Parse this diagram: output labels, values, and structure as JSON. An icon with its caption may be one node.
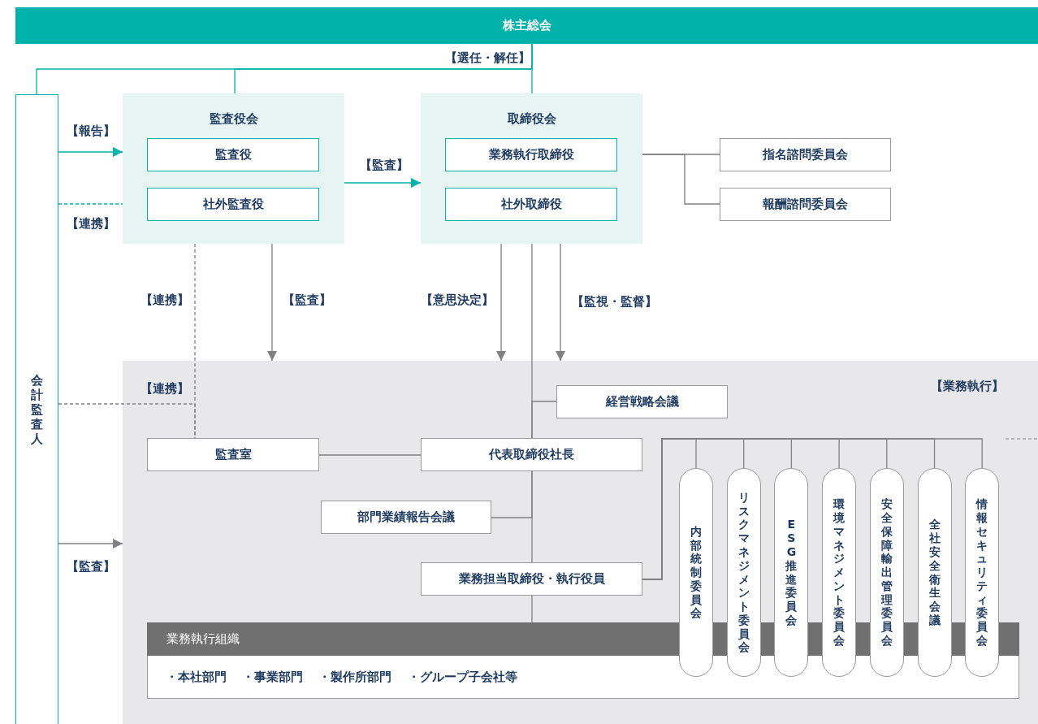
{
  "diagram": {
    "nodes": [
      {
        "text": [
          "株主総会"
        ]
      },
      {
        "text": [
          "会計監査人"
        ]
      },
      {
        "text": [
          "監査役会"
        ]
      },
      {
        "text": [
          "監査役"
        ],
        "in": 2
      },
      {
        "text": [
          "社外監査役"
        ],
        "in": 2
      },
      {
        "text": [
          "取締役会"
        ]
      },
      {
        "text": [
          "業務執行取締役"
        ],
        "in": 5
      },
      {
        "text": [
          "社外取締役"
        ],
        "in": 5
      },
      {
        "text": [
          "指名諮問委員会"
        ]
      },
      {
        "text": [
          "報酬諮問委員会"
        ]
      },
      {
        "text": [
          "【業務執行】"
        ]
      },
      {
        "text": [
          "経営戦略会議"
        ],
        "in": 10
      },
      {
        "text": [
          "監査室"
        ],
        "in": 10
      },
      {
        "text": [
          "代表取締役社長"
        ],
        "in": 10
      },
      {
        "text": [
          "部門業績報告会議"
        ],
        "in": 10
      },
      {
        "text": [
          "業務担当取締役・執行役員"
        ],
        "in": 10
      },
      {
        "text": [
          "業務執行組織",
          "・本社部門 ・事業部門 ・製作所部門 ・グループ子会社等"
        ],
        "in": 10
      },
      {
        "text": [
          "内部統制委員会"
        ],
        "in": 10
      },
      {
        "text": [
          "リスクマネジメント委員会"
        ],
        "in": 10
      },
      {
        "text": [
          "ESG推進委員会"
        ],
        "in": 10
      },
      {
        "text": [
          "環境マネジメント委員会"
        ],
        "in": 10
      },
      {
        "text": [
          "安全保障輸出管理委員会"
        ],
        "in": 10
      },
      {
        "text": [
          "全社安全衛生会議"
        ],
        "in": 10
      },
      {
        "text": [
          "情報セキュリティ委員会"
        ],
        "in": 10
      }
    ],
    "edges": [
      {
        "from": 0,
        "to": 5,
        "arrow": "none",
        "label": "【選任・解任】",
        "color": "#00b2a9"
      },
      {
        "from": 0,
        "to": 2,
        "arrow": "none",
        "color": "#00b2a9"
      },
      {
        "from": 0,
        "to": 1,
        "arrow": "none",
        "color": "#00b2a9"
      },
      {
        "from": 1,
        "to": 2,
        "arrow": "to",
        "label": "【報告】",
        "color": "#00b2a9"
      },
      {
        "from": 1,
        "to": 2,
        "arrow": "none",
        "label": "【連携】",
        "style": "dashed",
        "color": "#00b2a9"
      },
      {
        "from": 2,
        "to": 5,
        "arrow": "to",
        "label": "【監査】",
        "color": "#00b2a9"
      },
      {
        "from": 5,
        "to": 8,
        "arrow": "none"
      },
      {
        "from": 5,
        "to": 9,
        "arrow": "none"
      },
      {
        "from": 2,
        "to": 10,
        "arrow": "to",
        "label": "【監査】"
      },
      {
        "from": 2,
        "to": 12,
        "arrow": "none",
        "label": "【連携】",
        "style": "dashed"
      },
      {
        "from": 5,
        "to": 10,
        "arrow": "to",
        "label": "【意思決定】"
      },
      {
        "from": 5,
        "to": 10,
        "arrow": "to",
        "label": "【監視・監督】"
      },
      {
        "from": 5,
        "to": 13,
        "arrow": "none"
      },
      {
        "from": 1,
        "to": 12,
        "arrow": "none",
        "label": "【連携】",
        "style": "dashed"
      },
      {
        "from": 1,
        "to": 10,
        "arrow": "to",
        "label": "【監査】"
      },
      {
        "from": 13,
        "to": 11,
        "arrow": "none"
      },
      {
        "from": 13,
        "to": 12,
        "arrow": "none"
      },
      {
        "from": 13,
        "to": 14,
        "arrow": "none"
      },
      {
        "from": 13,
        "to": 15,
        "arrow": "none"
      },
      {
        "from": 15,
        "to": 16,
        "arrow": "none"
      },
      {
        "from": 15,
        "to": 17,
        "arrow": "none"
      },
      {
        "from": 15,
        "to": 18,
        "arrow": "none"
      },
      {
        "from": 15,
        "to": 19,
        "arrow": "none"
      },
      {
        "from": 15,
        "to": 20,
        "arrow": "none"
      },
      {
        "from": 15,
        "to": 21,
        "arrow": "none"
      },
      {
        "from": 15,
        "to": 22,
        "arrow": "none"
      },
      {
        "from": 15,
        "to": 23,
        "arrow": "none"
      }
    ]
  }
}
